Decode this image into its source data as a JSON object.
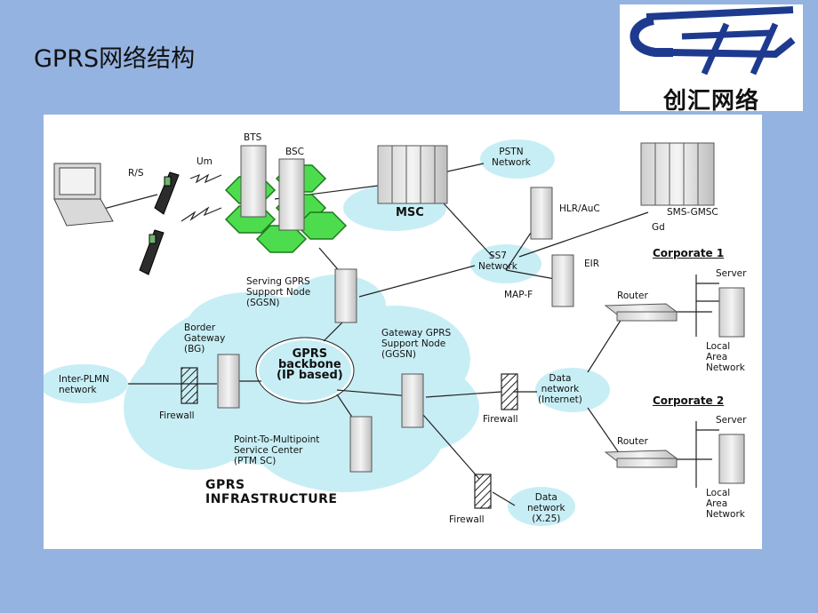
{
  "slide": {
    "title": "GPRS网络结构"
  },
  "logo": {
    "text": "创汇网络"
  },
  "diagram": {
    "labels": {
      "bts": "BTS",
      "bsc": "BSC",
      "um": "Um",
      "rs": "R/S",
      "pstn": "PSTN\nNetwork",
      "msc": "MSC",
      "hlr": "HLR/AuC",
      "smsgmsc": "SMS-GMSC",
      "gd": "Gd",
      "ss7": "SS7\nNetwork",
      "eir": "EIR",
      "mapf": "MAP-F",
      "sgsn": "Serving GPRS\nSupport Node\n(SGSN)",
      "corp1": "Corporate 1",
      "corp2": "Corporate 2",
      "router1": "Router",
      "router2": "Router",
      "server1": "Server",
      "server2": "Server",
      "lan1": "Local\nArea\nNetwork",
      "lan2": "Local\nArea\nNetwork",
      "bg": "Border\nGateway\n(BG)",
      "backbone": "GPRS\nbackbone\n(IP based)",
      "ggsn": "Gateway GPRS\nSupport Node\n(GGSN)",
      "interplmn": "Inter-PLMN\nnetwork",
      "firewall1": "Firewall",
      "firewall2": "Firewall",
      "firewall3": "Firewall",
      "datanet1": "Data\nnetwork\n(Internet)",
      "ptmsc": "Point-To-Multipoint\nService Center\n(PTM SC)",
      "infra": "GPRS\nINFRASTRUCTURE",
      "datanet2": "Data\nnetwork\n(X.25)"
    }
  }
}
